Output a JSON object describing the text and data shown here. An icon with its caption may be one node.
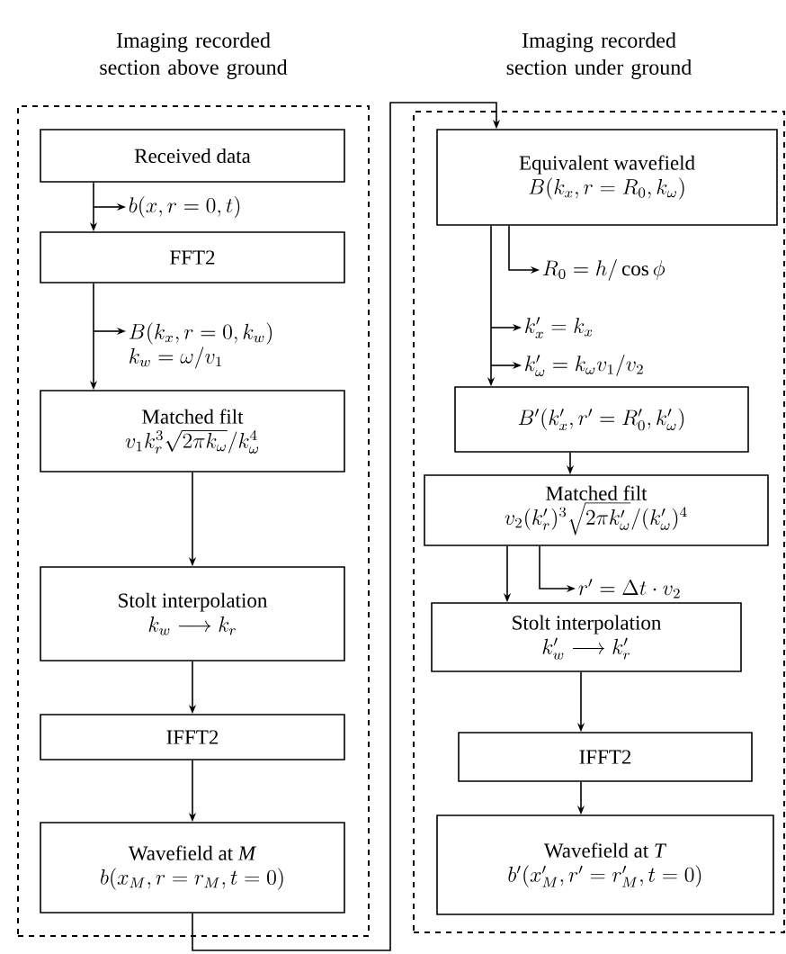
{
  "diagram": {
    "nodes": [
      {
        "text": [
          "Imaging recorded section above ground"
        ]
      },
      {
        "text": [
          "Received data"
        ],
        "in": 0
      },
      {
        "text": [
          "b(x,r=0,t)"
        ],
        "in": 0
      },
      {
        "text": [
          "FFT2"
        ],
        "in": 0
      },
      {
        "text": [
          "B(k_x,r=0,k_w)",
          "k_w=\\omega/v_1"
        ],
        "in": 0
      },
      {
        "text": [
          "Matched filt",
          "v_1k_r^3\\sqrt{2\\pi k_\\omega}/k_\\omega^4"
        ],
        "in": 0
      },
      {
        "text": [
          "Stolt interpolation",
          "k_w\\longrightarrow k_r"
        ],
        "in": 0
      },
      {
        "text": [
          "IFFT2"
        ],
        "in": 0
      },
      {
        "text": [
          "Wavefield at *M*",
          "b(x_M,r=r_M,t=0)"
        ],
        "in": 0
      },
      {
        "text": [
          "Imaging recorded section under ground"
        ]
      },
      {
        "text": [
          "Equivalent wavefield",
          "B(k_x,r=R_0,k_\\omega)"
        ],
        "in": 9
      },
      {
        "text": [
          "R_0=h/\\cos\\phi"
        ],
        "in": 9
      },
      {
        "text": [
          "k'_x=k_x"
        ],
        "in": 9
      },
      {
        "text": [
          "k'_\\omega=k_\\omega v_1/v_2"
        ],
        "in": 9
      },
      {
        "text": [
          "B'(k'_x,r'=R'_0,k'_\\omega)"
        ],
        "in": 9
      },
      {
        "text": [
          "Matched filt",
          "v_2(k'_r)^3\\sqrt{2\\pi k'_\\omega}/(k'_\\omega)^4"
        ],
        "in": 9
      },
      {
        "text": [
          "r'=\\Delta t\\cdot v_2"
        ],
        "in": 9
      },
      {
        "text": [
          "Stolt interpolation",
          "k'_w\\longrightarrow k'_r"
        ],
        "in": 9
      },
      {
        "text": [
          "IFFT2"
        ],
        "in": 9
      },
      {
        "text": [
          "Wavefield at *T*",
          "b'(x'_M,r'=r'_M,t=0)"
        ],
        "in": 9
      }
    ],
    "edges": [
      {
        "from": 1,
        "to": 3,
        "arrow": "to"
      },
      {
        "from": null,
        "to": 2,
        "arrow": "to"
      },
      {
        "from": 3,
        "to": 5,
        "arrow": "to"
      },
      {
        "from": null,
        "to": 4,
        "arrow": "to"
      },
      {
        "from": 5,
        "to": 6,
        "arrow": "to"
      },
      {
        "from": 6,
        "to": 7,
        "arrow": "to"
      },
      {
        "from": 7,
        "to": 8,
        "arrow": "to"
      },
      {
        "from": 8,
        "to": 10,
        "arrow": "to"
      },
      {
        "from": 10,
        "to": 14,
        "arrow": "to"
      },
      {
        "from": 10,
        "to": 11,
        "arrow": "to"
      },
      {
        "from": null,
        "to": 12,
        "arrow": "to"
      },
      {
        "from": null,
        "to": 13,
        "arrow": "to"
      },
      {
        "from": 14,
        "to": 15,
        "arrow": "to"
      },
      {
        "from": 15,
        "to": 17,
        "arrow": "to"
      },
      {
        "from": 15,
        "to": 16,
        "arrow": "to"
      },
      {
        "from": 17,
        "to": 18,
        "arrow": "to"
      },
      {
        "from": 18,
        "to": 19,
        "arrow": "to"
      }
    ]
  }
}
